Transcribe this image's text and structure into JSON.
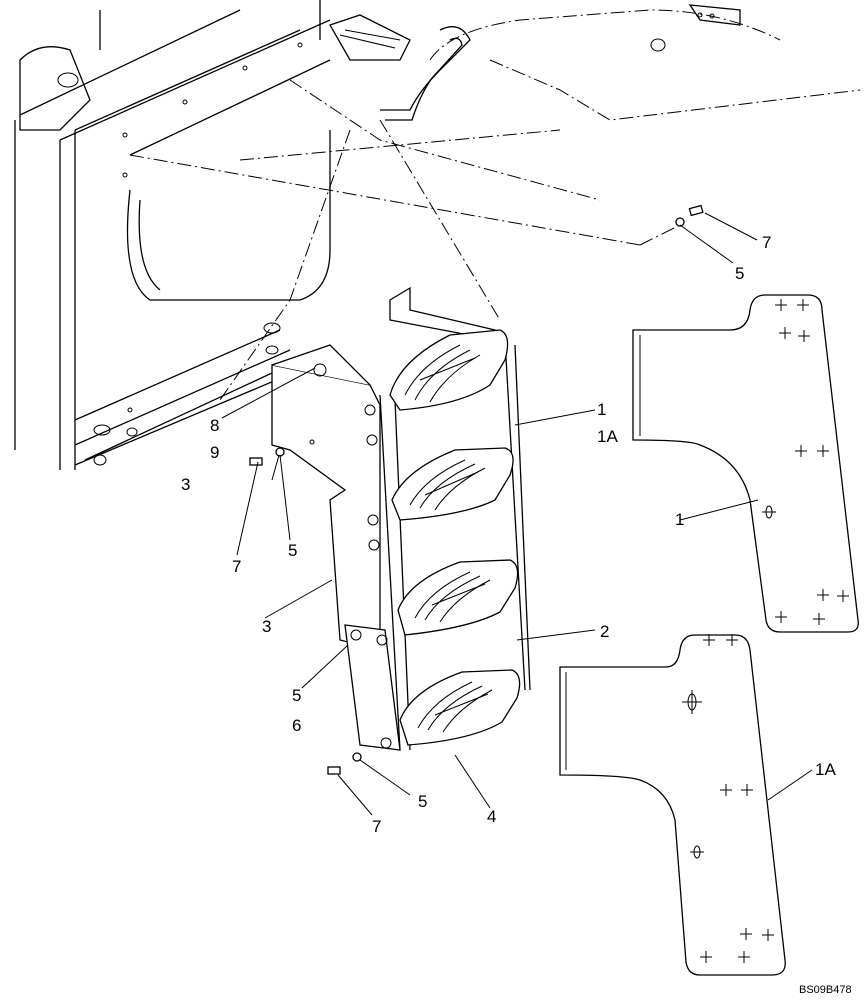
{
  "labels": {
    "ref_1_top": "1",
    "ref_1a_top": "1A",
    "ref_1_right": "1",
    "ref_1a_right": "1A",
    "ref_2": "2",
    "ref_3_left": "3",
    "ref_3_lower": "3",
    "ref_4": "4",
    "ref_5_top": "5",
    "ref_5_mid": "5",
    "ref_5_left": "5",
    "ref_5_bottom": "5",
    "ref_6": "6",
    "ref_7_top": "7",
    "ref_7_mid": "7",
    "ref_7_bottom": "7",
    "ref_8": "8",
    "ref_9": "9"
  },
  "drawing_code": "BS09B478"
}
